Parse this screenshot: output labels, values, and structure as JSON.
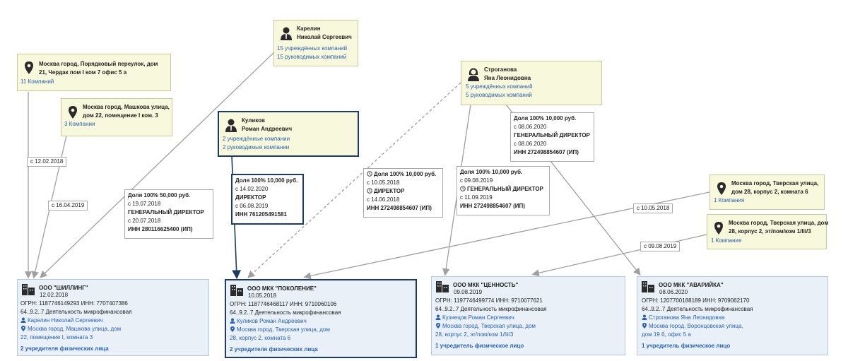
{
  "persons": {
    "karelin": {
      "name1": "Карелин",
      "name2": "Николай Сергеевич",
      "founded": "15 учреждённых компаний",
      "managed": "15 руководимых компаний"
    },
    "stroganova": {
      "name1": "Строганова",
      "name2": "Яна Леонидовна",
      "founded": "5 учреждённых компаний",
      "managed": "5 руководимых компаний"
    },
    "kulikov": {
      "name1": "Куликов",
      "name2": "Роман Андреевич",
      "founded": "2 учреждённые компании",
      "managed": "2 руководимые компании"
    }
  },
  "addresses": {
    "a1": {
      "l1": "Москва город, Порядковый переулок, дом",
      "l2": "21, Чердак пом I ком 7 офис 5 а",
      "count": "11 Компаний"
    },
    "a2": {
      "l1": "Москва город, Машкова улица,",
      "l2": "дом 22, помещение I ком. 3",
      "count": "3 Компании"
    },
    "a3": {
      "l1": "Москва город, Тверская улица,",
      "l2": "дом 28, корпус 2, комната 6",
      "count": "1 Компания"
    },
    "a4": {
      "l1": "Москва город, Тверская улица, дом",
      "l2": "28, корпус 2, эт/пом/ком 1/Iii/3",
      "count": "1 Компания"
    }
  },
  "relations": {
    "r1": {
      "share": "Доля 100%   50,000 руб.",
      "d1": "с 19.07.2018",
      "role": "ГЕНЕРАЛЬНЫЙ ДИРЕКТОР",
      "d2": "с 20.07.2018",
      "inn": "ИНН 280116625400 (ИП)"
    },
    "r2": {
      "share": "Доля 100%   10,000 руб.",
      "d1": "с 14.02.2020",
      "role": "ДИРЕКТОР",
      "d2": "с 06.08.2019",
      "inn": "ИНН 761205491581"
    },
    "r3": {
      "share": "Доля 100%   10,000 руб.",
      "d1": "с 10.05.2018",
      "role": "ДИРЕКТОР",
      "d2": "с 14.06.2018",
      "inn": "ИНН 272498854607 (ИП)"
    },
    "r4": {
      "share": "Доля 100%   10,000 руб.",
      "d1": "с 09.08.2019",
      "role": "ГЕНЕРАЛЬНЫЙ ДИРЕКТОР",
      "d2": "с 11.09.2019",
      "inn": "ИНН 272498854607 (ИП)"
    },
    "r5": {
      "share": "Доля 100%   10,000 руб.",
      "d1": "с 08.06.2020",
      "role": "ГЕНЕРАЛЬНЫЙ ДИРЕКТОР",
      "d2": "с 08.06.2020",
      "inn": "ИНН 272498854607 (ИП)"
    }
  },
  "tags": {
    "t1": "с 12.02.2018",
    "t2": "с 16.04.2019",
    "t3": "с 10.05.2018",
    "t4": "с 09.08.2019"
  },
  "companies": {
    "c1": {
      "name": "ООО \"ШИЛЛИНГ\"",
      "date": "12.02.2018",
      "ogrn": "ОГРН: 1187746149293    ИНН: 7707407386",
      "okved": "64..9.2..7 Деятельность микрофинансовая",
      "person": "Карелин Николай Сергеевич",
      "addr1": "Москва город, Машкова улица, дом",
      "addr2": "22, помещение I, комната 3",
      "founders": "2 учредителя физических лица"
    },
    "c2": {
      "name": "ООО МКК \"ПОКОЛЕНИЕ\"",
      "date": "10.05.2018",
      "ogrn": "ОГРН: 1187746468117    ИНН: 9710060106",
      "okved": "64..9.2..7 Деятельность микрофинансовая",
      "person": "Куликов Роман Андреевич",
      "addr1": "Москва город, Тверская улица, дом",
      "addr2": "28, корпус 2, комната 6",
      "founders": "2 учредителя физических лица"
    },
    "c3": {
      "name": "ООО МКК \"ЦЕННОСТЬ\"",
      "date": "09.08.2019",
      "ogrn": "ОГРН: 1197746499774    ИНН: 9710077621",
      "okved": "64..9.2..7 Деятельность микрофинансовая",
      "person": "Кузнецов Роман Сергеевич",
      "addr1": "Москва город, Тверская улица, дом",
      "addr2": "28, корпус 2, эт/пом/ком 1/Iii/3",
      "founders": "1 учредитель физическое лицо"
    },
    "c4": {
      "name": "ООО МКК \"АВАРИЙКА\"",
      "date": "08.06.2020",
      "ogrn": "ОГРН: 1207700188189    ИНН: 9709062170",
      "okved": "64..9.2..7 Деятельность микрофинансовая",
      "person": "Строганова Яна Леонидовна",
      "addr1": "Москва город, Воронцовская улица,",
      "addr2": "дом 19 б, офис 5 а",
      "founders": "1 учредитель физическое лицо"
    }
  },
  "colors": {
    "edge": "#a0a0a0",
    "selected": "#1d3b5e",
    "link": "#2a62b0",
    "person_bg": "#f8f8dc",
    "company_bg": "#e9f0f8"
  }
}
